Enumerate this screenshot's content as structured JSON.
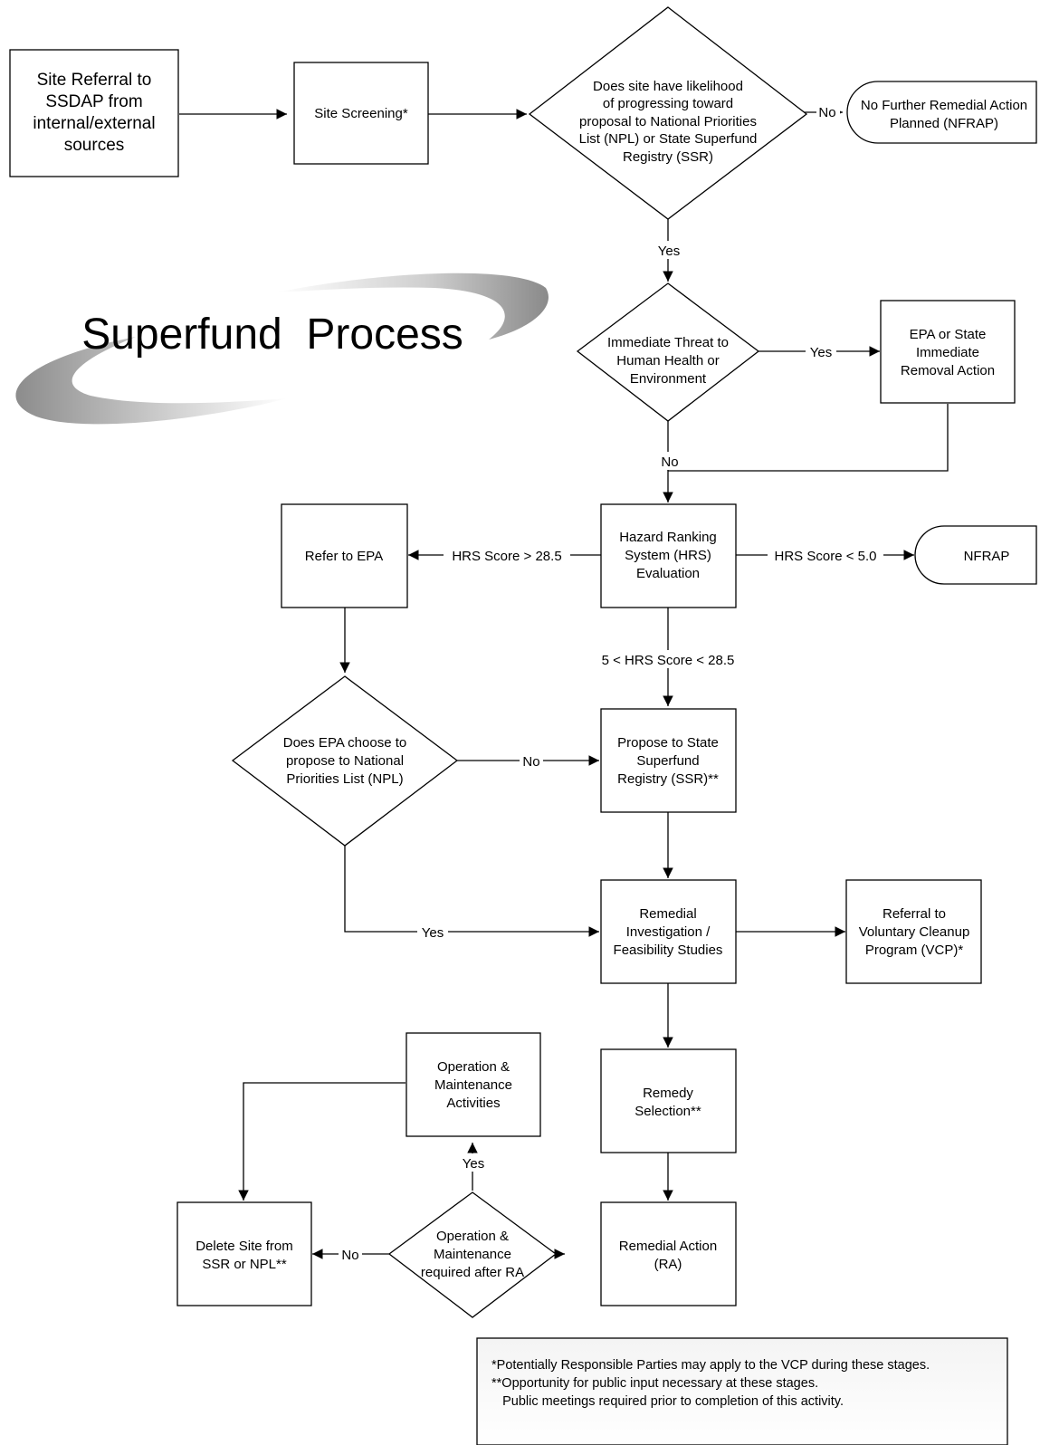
{
  "title": "Superfund  Process",
  "nodes": {
    "site_referral": [
      "Site Referral to",
      "SSDAP from",
      "internal/external",
      "sources"
    ],
    "site_screening": [
      "Site Screening*"
    ],
    "likelihood_decision": [
      "Does site have likelihood",
      "of progressing toward",
      "proposal to National Priorities",
      "List (NPL) or State Superfund",
      "Registry (SSR)"
    ],
    "nfrap_top": [
      "No Further Remedial Action",
      "Planned (NFRAP)"
    ],
    "threat_decision": [
      "Immediate Threat to",
      "Human Health or",
      "Environment"
    ],
    "removal_action": [
      "EPA or State",
      "Immediate",
      "Removal Action"
    ],
    "hrs_evaluation": [
      "Hazard Ranking",
      "System (HRS)",
      "Evaluation"
    ],
    "refer_epa": [
      "Refer to EPA"
    ],
    "nfrap_mid": [
      "NFRAP"
    ],
    "epa_decision": [
      "Does EPA choose to",
      "propose to National",
      "Priorities List (NPL)"
    ],
    "propose_ssr": [
      "Propose to State",
      "Superfund",
      "Registry (SSR)**"
    ],
    "ri_fs": [
      "Remedial",
      "Investigation /",
      "Feasibility Studies"
    ],
    "vcp_referral": [
      "Referral to",
      "Voluntary Cleanup",
      "Program (VCP)*"
    ],
    "remedy_selection": [
      "Remedy",
      "Selection**"
    ],
    "om_activities": [
      "Operation &",
      "Maintenance",
      "Activities"
    ],
    "remedial_action": [
      "Remedial Action",
      "(RA)"
    ],
    "om_decision": [
      "Operation &",
      "Maintenance",
      "required after RA"
    ],
    "delete_site": [
      "Delete Site from",
      "SSR or NPL**"
    ]
  },
  "edge_labels": {
    "no_top": "No",
    "yes_top": "Yes",
    "yes_threat": "Yes",
    "no_threat": "No",
    "hrs_high": "HRS Score > 28.5",
    "hrs_low": "HRS Score < 5.0",
    "hrs_mid": "5 < HRS Score < 28.5",
    "no_epa": "No",
    "yes_epa": "Yes",
    "yes_om": "Yes",
    "no_om": "No"
  },
  "notes": [
    "*Potentially Responsible Parties may apply to the VCP during these stages.",
    "**Opportunity for public input necessary at these stages.",
    "   Public meetings required prior to completion of this activity."
  ]
}
